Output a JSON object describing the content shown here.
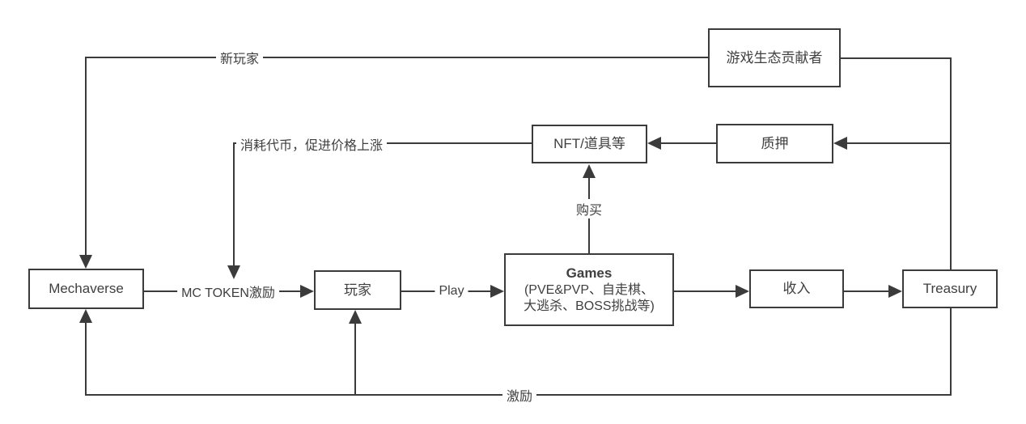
{
  "diagram": {
    "title": "Mechaverse token economy flowchart",
    "stroke_color": "#3b3b3b",
    "background_color": "#ffffff",
    "nodes": [
      {
        "id": "mechaverse",
        "label": "Mechaverse"
      },
      {
        "id": "player",
        "label": "玩家"
      },
      {
        "id": "games",
        "title": "Games",
        "sub1": "(PVE&PVP、自走棋、",
        "sub2": "大逃杀、BOSS挑战等)"
      },
      {
        "id": "income",
        "label": "收入"
      },
      {
        "id": "treasury",
        "label": "Treasury"
      },
      {
        "id": "nft",
        "label": "NFT/道具等"
      },
      {
        "id": "stake",
        "label": "质押"
      },
      {
        "id": "contributor",
        "label": "游戏生态贡献者"
      }
    ],
    "edge_labels": [
      {
        "id": "new-player",
        "text": "新玩家"
      },
      {
        "id": "burn-token",
        "text": "消耗代币，促进价格上涨"
      },
      {
        "id": "buy",
        "text": "购买"
      },
      {
        "id": "mc-token-incentive",
        "text": "MC TOKEN激励"
      },
      {
        "id": "play",
        "text": "Play"
      },
      {
        "id": "incentive",
        "text": "激励"
      }
    ]
  }
}
